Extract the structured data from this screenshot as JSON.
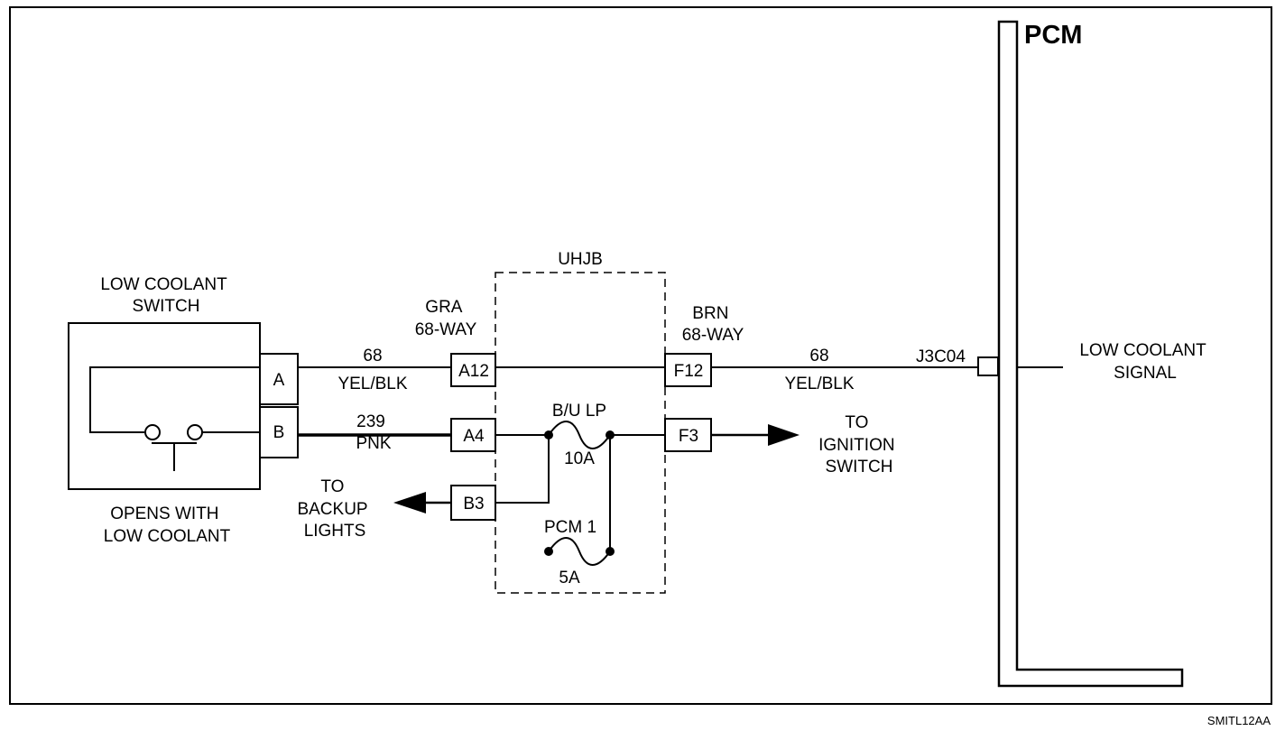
{
  "pcm": {
    "title": "PCM",
    "pin": "J3C04",
    "signal_line1": "LOW COOLANT",
    "signal_line2": "SIGNAL"
  },
  "switch": {
    "title_line1": "LOW COOLANT",
    "title_line2": "SWITCH",
    "pin_a": "A",
    "pin_b": "B",
    "note_line1": "OPENS WITH",
    "note_line2": "LOW COOLANT"
  },
  "uhjb": {
    "title": "UHJB",
    "pin_a12": "A12",
    "pin_a4": "A4",
    "pin_b3": "B3",
    "pin_f12": "F12",
    "pin_f3": "F3"
  },
  "connectors": {
    "left_line1": "GRA",
    "left_line2": "68-WAY",
    "right_line1": "BRN",
    "right_line2": "68-WAY"
  },
  "wires": {
    "a_left_circuit": "68",
    "a_left_color": "YEL/BLK",
    "b_circuit": "239",
    "b_color": "PNK",
    "a_right_circuit": "68",
    "a_right_color": "YEL/BLK"
  },
  "fuses": {
    "bu_lp_name": "B/U LP",
    "bu_lp_rating": "10A",
    "pcm1_name": "PCM 1",
    "pcm1_rating": "5A"
  },
  "destinations": {
    "ignition_line1": "TO",
    "ignition_line2": "IGNITION",
    "ignition_line3": "SWITCH",
    "backup_line1": "TO",
    "backup_line2": "BACKUP",
    "backup_line3": "LIGHTS"
  },
  "figure_id": "SMITL12AA"
}
